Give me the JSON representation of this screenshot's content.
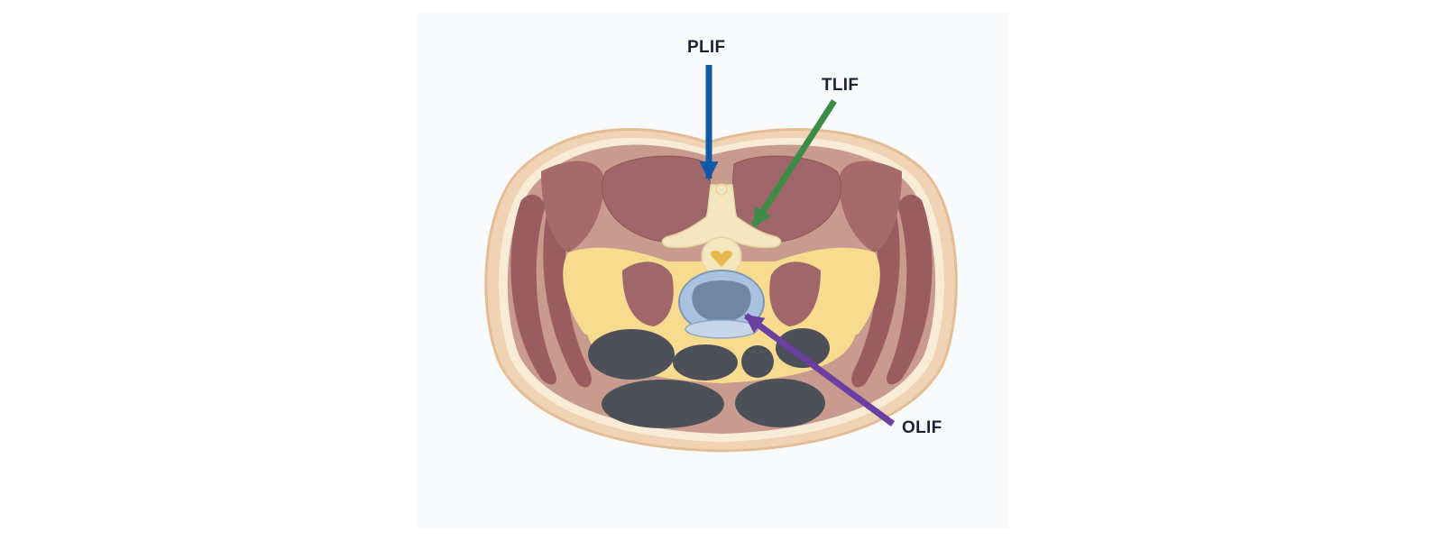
{
  "labels": {
    "plif": "PLIF",
    "tlif": "TLIF",
    "olif": "OLIF"
  },
  "colors": {
    "plif_arrow": "#0f59a8",
    "tlif_arrow": "#3d8c46",
    "olif_arrow": "#6b3fa0",
    "muscle": "#a8706f",
    "fat": "#f7dc8f",
    "skin": "#efd3b4",
    "bowel": "#4d5059",
    "bone": "#f4e6bf",
    "disc": "#a9c2de",
    "label_text": "#1b2236"
  }
}
